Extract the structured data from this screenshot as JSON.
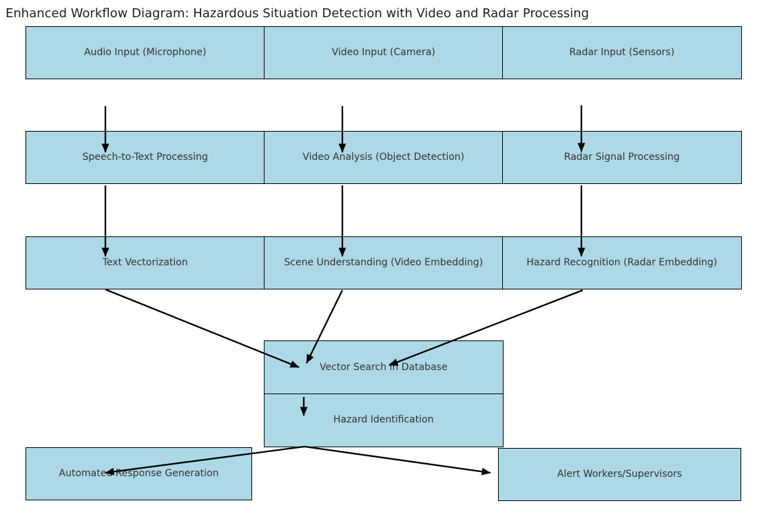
{
  "title": "Enhanced Workflow Diagram: Hazardous Situation Detection with Video and Radar Processing",
  "colors": {
    "node_fill": "#ADD8E6",
    "node_border": "#000000",
    "arrow": "#000000",
    "background": "#FFFFFF",
    "label_color": "#333333",
    "title_color": "#1F1F1F"
  },
  "nodes": {
    "audio_input": {
      "label": "Audio Input (Microphone)"
    },
    "video_input": {
      "label": "Video Input (Camera)"
    },
    "radar_input": {
      "label": "Radar Input (Sensors)"
    },
    "speech_to_text": {
      "label": "Speech-to-Text Processing"
    },
    "video_analysis": {
      "label": "Video Analysis (Object Detection)"
    },
    "radar_signal": {
      "label": "Radar Signal Processing"
    },
    "text_vectorization": {
      "label": "Text Vectorization"
    },
    "scene_understanding": {
      "label": "Scene Understanding (Video Embedding)"
    },
    "hazard_recognition": {
      "label": "Hazard Recognition (Radar Embedding)"
    },
    "vector_search": {
      "label": "Vector Search in Database"
    },
    "hazard_identification": {
      "label": "Hazard Identification"
    },
    "automated_response": {
      "label": "Automated Response Generation"
    },
    "alert_workers": {
      "label": "Alert Workers/Supervisors"
    }
  },
  "edges": [
    {
      "from": "audio_input",
      "to": "speech_to_text"
    },
    {
      "from": "video_input",
      "to": "video_analysis"
    },
    {
      "from": "radar_input",
      "to": "radar_signal"
    },
    {
      "from": "speech_to_text",
      "to": "text_vectorization"
    },
    {
      "from": "video_analysis",
      "to": "scene_understanding"
    },
    {
      "from": "radar_signal",
      "to": "hazard_recognition"
    },
    {
      "from": "text_vectorization",
      "to": "vector_search"
    },
    {
      "from": "scene_understanding",
      "to": "vector_search"
    },
    {
      "from": "hazard_recognition",
      "to": "vector_search"
    },
    {
      "from": "vector_search",
      "to": "hazard_identification"
    },
    {
      "from": "hazard_identification",
      "to": "automated_response"
    },
    {
      "from": "hazard_identification",
      "to": "alert_workers"
    }
  ]
}
